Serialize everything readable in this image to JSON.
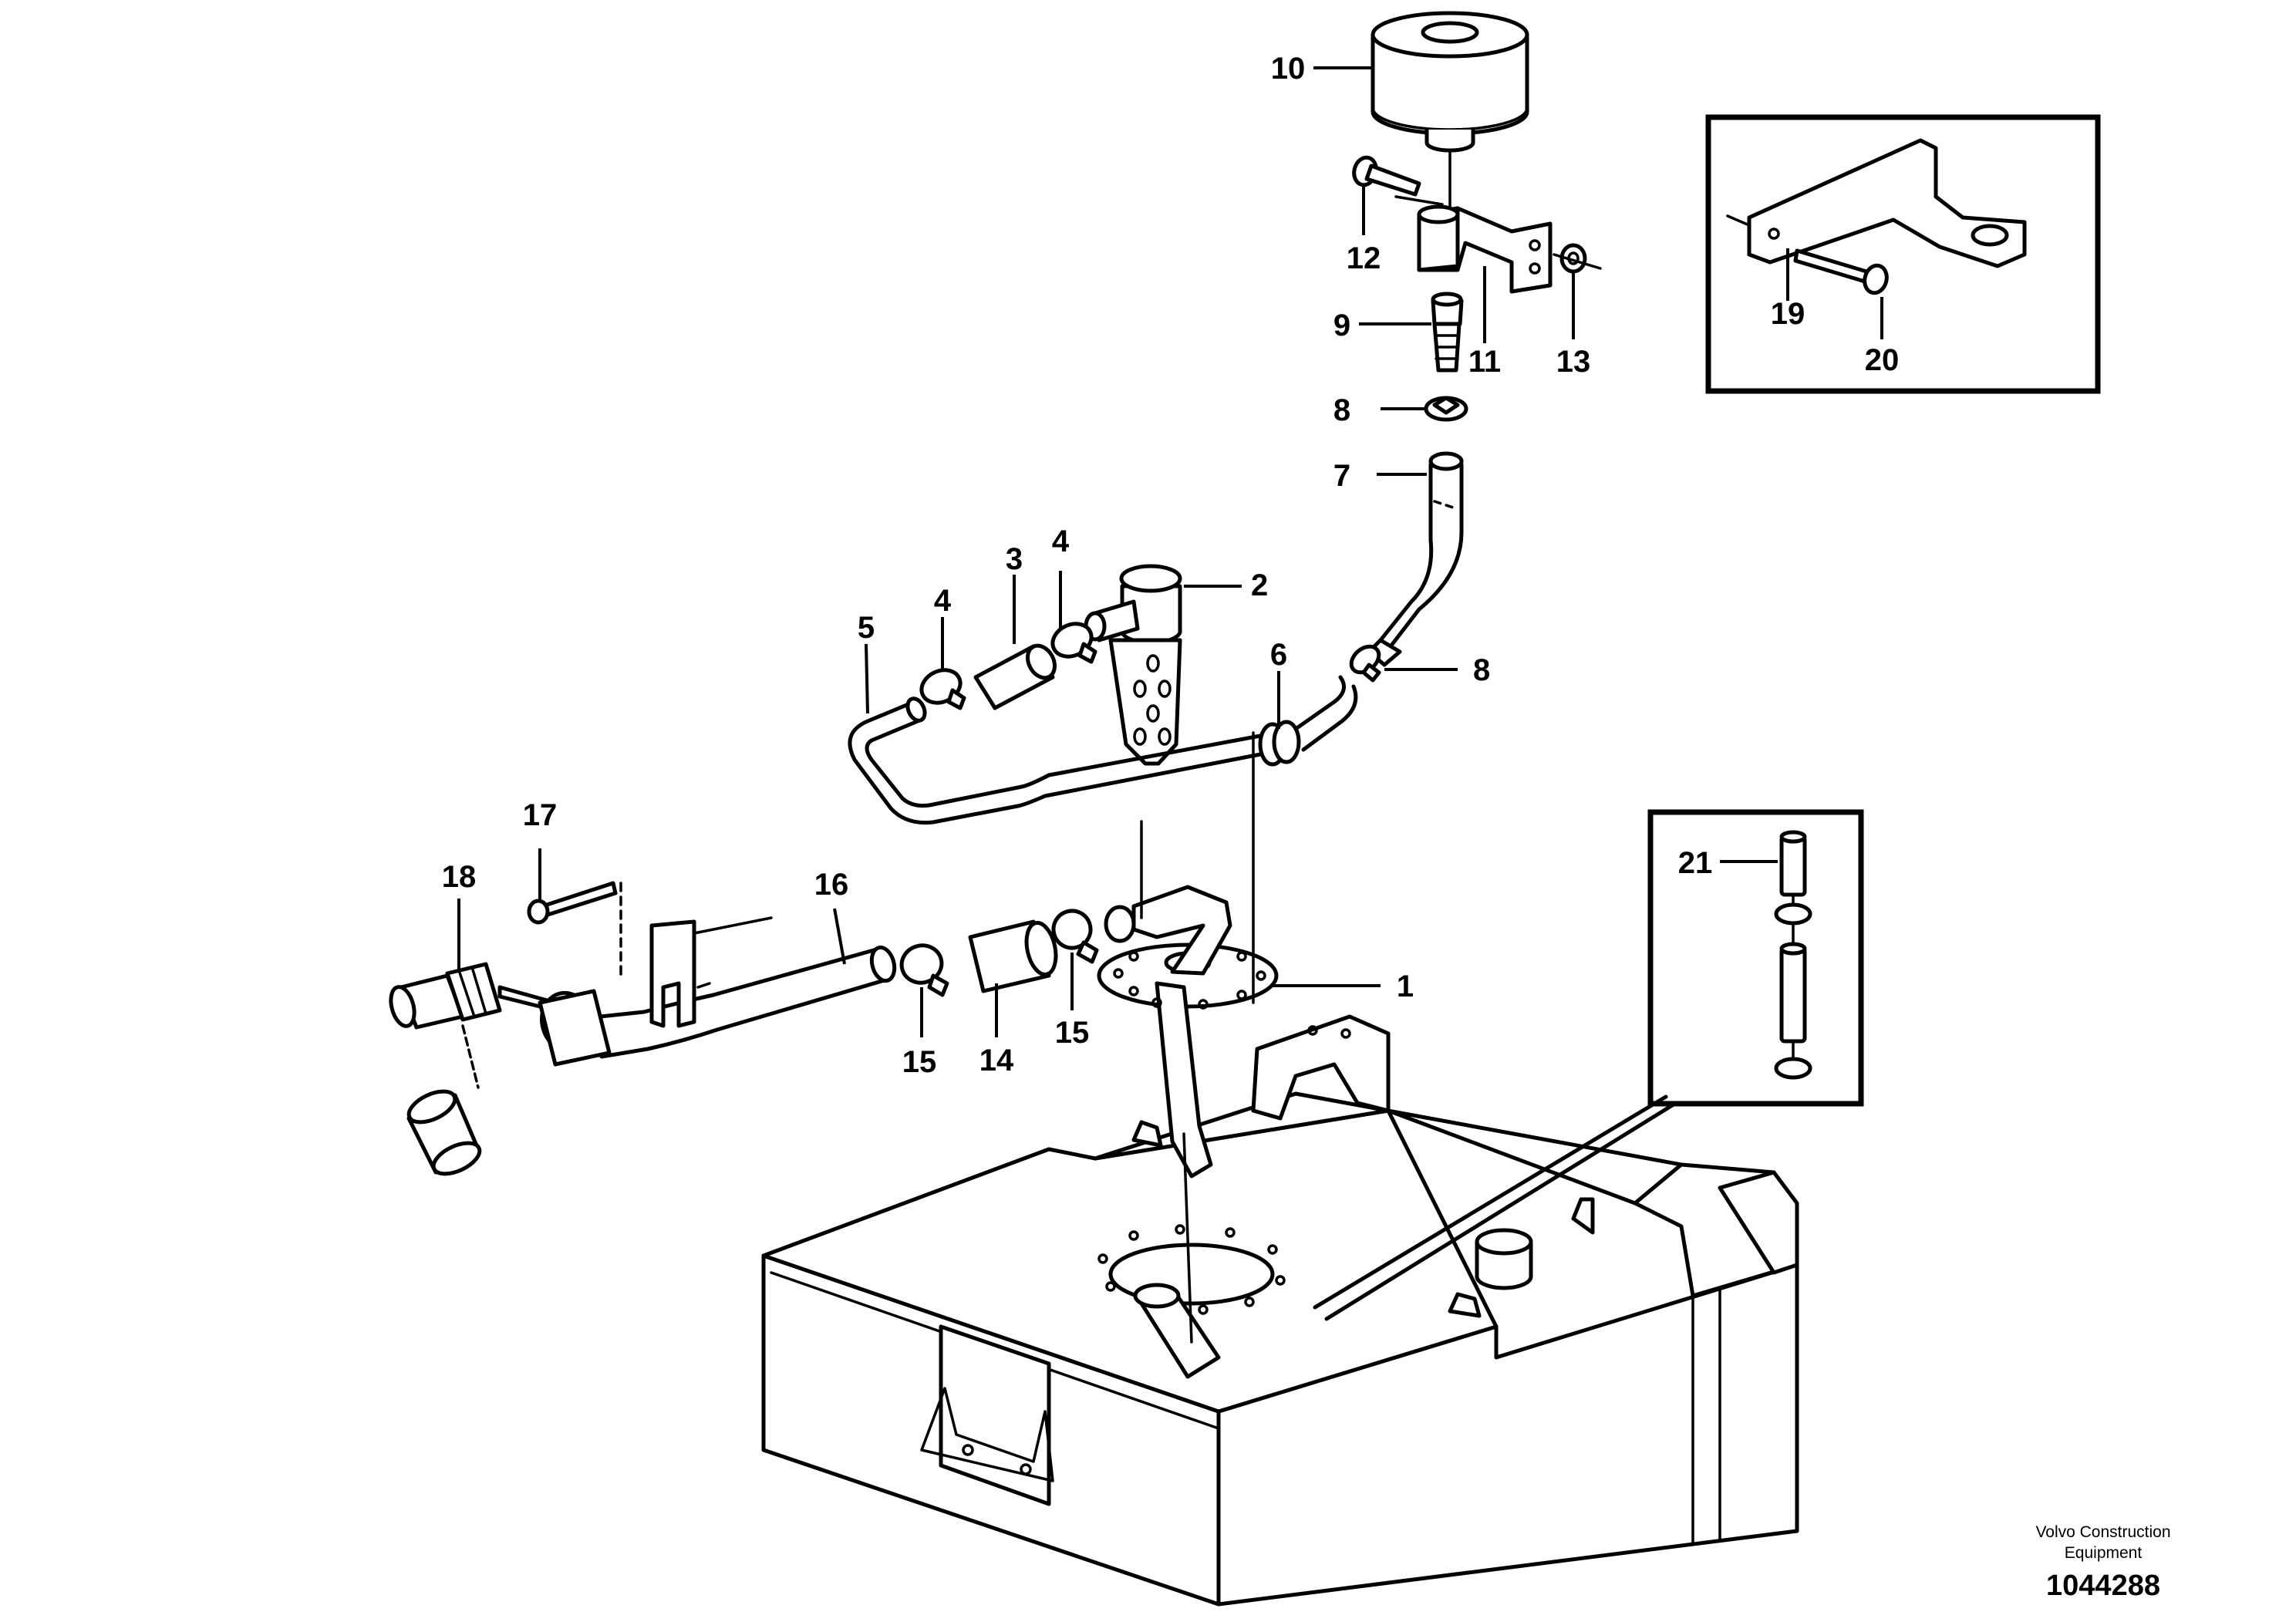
{
  "callouts": {
    "c1": "1",
    "c2": "2",
    "c3": "3",
    "c4a": "4",
    "c4b": "4",
    "c5": "5",
    "c6": "6",
    "c7": "7",
    "c8a": "8",
    "c8b": "8",
    "c9": "9",
    "c10": "10",
    "c11": "11",
    "c12": "12",
    "c13": "13",
    "c14": "14",
    "c15a": "15",
    "c15b": "15",
    "c16": "16",
    "c17": "17",
    "c18": "18",
    "c19": "19",
    "c20": "20",
    "c21": "21"
  },
  "credit": {
    "line1": "Volvo Construction",
    "line2": "Equipment"
  },
  "document_number": "1044288"
}
